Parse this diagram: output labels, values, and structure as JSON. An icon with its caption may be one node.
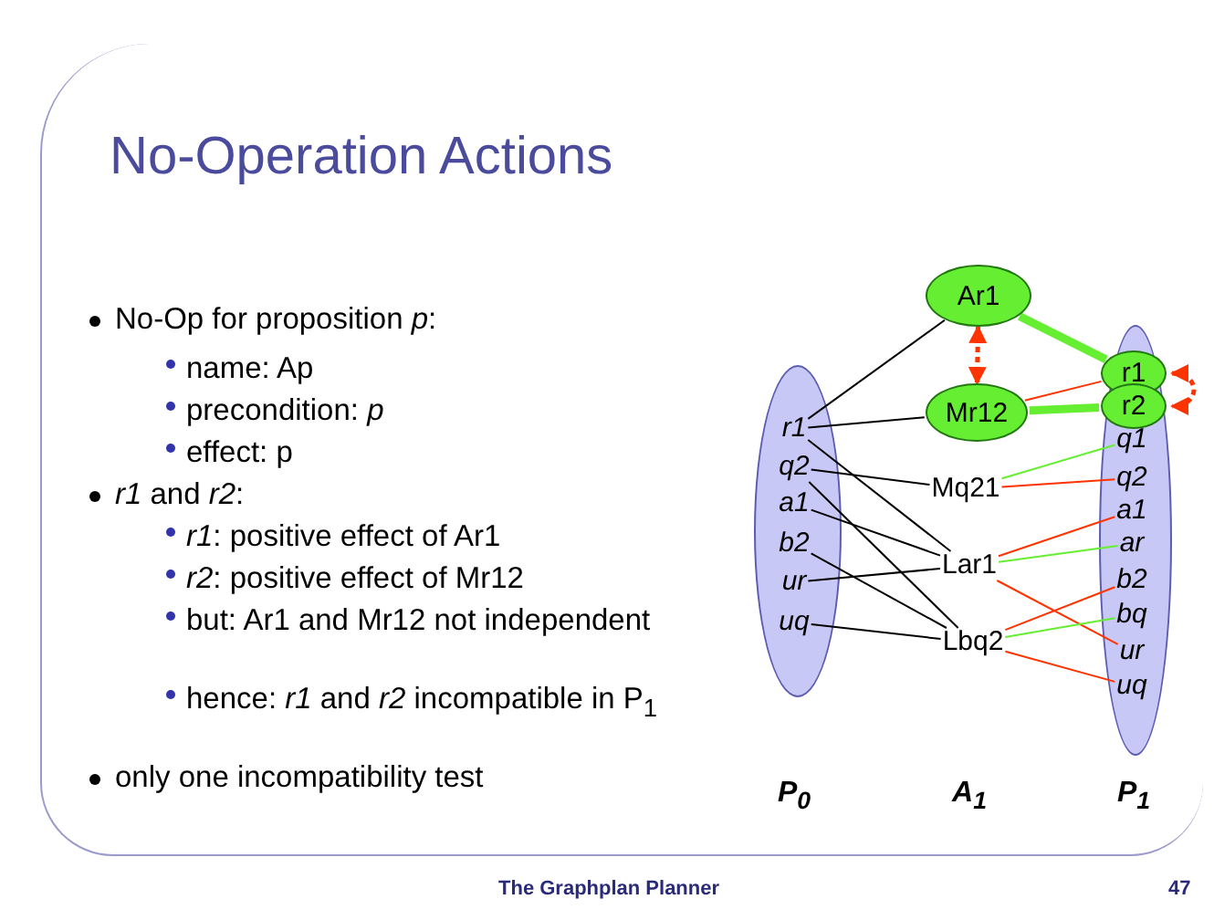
{
  "diagram": {
    "title": "No-Operation Actions",
    "nodes": [
      {
        "text": [
          "P$_{0}$"
        ]
      },
      {
        "text": [
          "r1"
        ],
        "in": 0
      },
      {
        "text": [
          "q2"
        ],
        "in": 0
      },
      {
        "text": [
          "a1"
        ],
        "in": 0
      },
      {
        "text": [
          "b2"
        ],
        "in": 0
      },
      {
        "text": [
          "ur"
        ],
        "in": 0
      },
      {
        "text": [
          "uq"
        ],
        "in": 0
      },
      {
        "text": [
          "Ar1"
        ]
      },
      {
        "text": [
          "Mr12"
        ]
      },
      {
        "text": [
          "Mq21"
        ]
      },
      {
        "text": [
          "Lar1"
        ]
      },
      {
        "text": [
          "Lbq2"
        ]
      },
      {
        "text": [
          "P$_{1}$"
        ]
      },
      {
        "text": [
          "r1"
        ],
        "in": 12
      },
      {
        "text": [
          "r2"
        ],
        "in": 12
      },
      {
        "text": [
          "q1"
        ],
        "in": 12
      },
      {
        "text": [
          "q2"
        ],
        "in": 12
      },
      {
        "text": [
          "a1"
        ],
        "in": 12
      },
      {
        "text": [
          "ar"
        ],
        "in": 12
      },
      {
        "text": [
          "b2"
        ],
        "in": 12
      },
      {
        "text": [
          "bq"
        ],
        "in": 12
      },
      {
        "text": [
          "ur"
        ],
        "in": 12
      },
      {
        "text": [
          "uq"
        ],
        "in": 12
      }
    ],
    "edges": [
      {
        "from": 1,
        "to": 7,
        "arrow": "none"
      },
      {
        "from": 1,
        "to": 8,
        "arrow": "none"
      },
      {
        "from": 2,
        "to": 9,
        "arrow": "none"
      },
      {
        "from": 1,
        "to": 10,
        "arrow": "none"
      },
      {
        "from": 3,
        "to": 10,
        "arrow": "none"
      },
      {
        "from": 5,
        "to": 10,
        "arrow": "none"
      },
      {
        "from": 2,
        "to": 11,
        "arrow": "none"
      },
      {
        "from": 4,
        "to": 11,
        "arrow": "none"
      },
      {
        "from": 6,
        "to": 11,
        "arrow": "none"
      },
      {
        "from": 7,
        "to": 8,
        "arrow": "both",
        "style": "dashed",
        "color": "#ff3300"
      },
      {
        "from": 7,
        "to": 13,
        "arrow": "none",
        "style": "thick",
        "color": "#66ee33"
      },
      {
        "from": 8,
        "to": 13,
        "arrow": "none",
        "color": "#ff3300"
      },
      {
        "from": 8,
        "to": 14,
        "arrow": "none",
        "style": "thick",
        "color": "#66ee33"
      },
      {
        "from": 9,
        "to": 15,
        "arrow": "none",
        "color": "#66ee33"
      },
      {
        "from": 9,
        "to": 16,
        "arrow": "none",
        "color": "#ff3300"
      },
      {
        "from": 10,
        "to": 17,
        "arrow": "none",
        "color": "#ff3300"
      },
      {
        "from": 10,
        "to": 18,
        "arrow": "none",
        "color": "#66ee33"
      },
      {
        "from": 10,
        "to": 21,
        "arrow": "none",
        "color": "#ff3300"
      },
      {
        "from": 11,
        "to": 19,
        "arrow": "none",
        "color": "#ff3300"
      },
      {
        "from": 11,
        "to": 20,
        "arrow": "none",
        "color": "#66ee33"
      },
      {
        "from": 11,
        "to": 22,
        "arrow": "none",
        "color": "#ff3300"
      },
      {
        "from": 13,
        "to": 14,
        "arrow": "both",
        "style": "dashed",
        "color": "#ff3300"
      }
    ],
    "labels": [
      "No-Op for proposition *p*:",
      "name: Ap",
      "precondition: *p*",
      "effect: p",
      "*r1* and *r2*:",
      "*r1*: positive effect of Ar1",
      "*r2*: positive effect of Mr12",
      "but: Ar1 and Mr12 not independent",
      "hence: *r1* and *r2* incompatible in P$_{1}$",
      "only one incompatibility test",
      "A$_{1}$",
      "The Graphplan Planner",
      "47"
    ]
  }
}
